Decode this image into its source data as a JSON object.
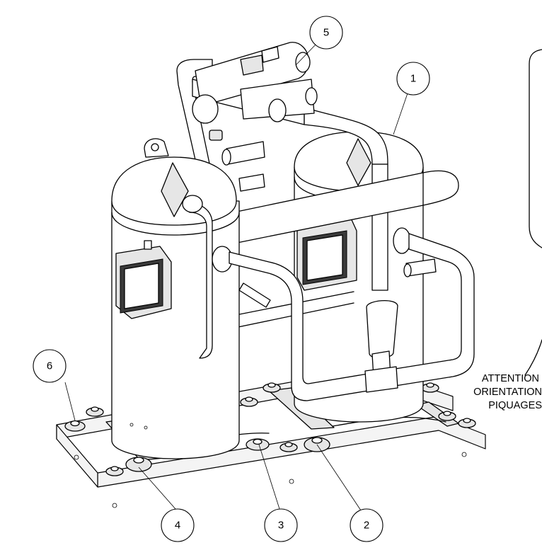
{
  "callouts": [
    {
      "id": "1",
      "label": "1"
    },
    {
      "id": "2",
      "label": "2"
    },
    {
      "id": "3",
      "label": "3"
    },
    {
      "id": "4",
      "label": "4"
    },
    {
      "id": "5",
      "label": "5"
    },
    {
      "id": "6",
      "label": "6"
    }
  ],
  "note": {
    "line1": "ATTENTION",
    "line2": "ORIENTATION",
    "line3": "PIQUAGES"
  }
}
